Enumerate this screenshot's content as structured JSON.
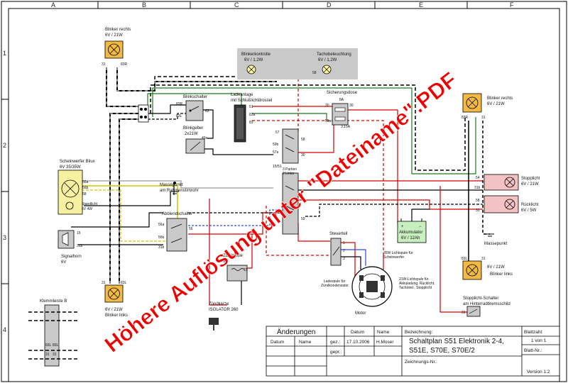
{
  "frame": {
    "columns": [
      "A",
      "B",
      "C",
      "D",
      "E",
      "F"
    ],
    "rows": [
      "1",
      "2",
      "3",
      "4"
    ]
  },
  "watermark": "Höhere Auflösung unter \"Dateiname\".PDF",
  "components": {
    "blinker_rechts_top": {
      "name": "Blinker rechts",
      "rating": "6V / 21W",
      "pin1": "31",
      "pin2": "83R"
    },
    "blinker_rechts_right": {
      "name": "Blinker rechts",
      "rating": "6V / 21W",
      "pin1": "83R",
      "pin2": "31"
    },
    "blinkerkontrolle": {
      "name": "Blinkerkontrolle",
      "rating": "6V / 1,2W"
    },
    "tachobeleuchtung": {
      "name": "Tachobeleuchtung",
      "rating": "6V / 1,2W",
      "pin": "58"
    },
    "blinkschalter": {
      "name": "Blinkschalter",
      "pins": [
        "83R",
        "83L",
        "83"
      ]
    },
    "blinkgeber": {
      "name": "Blinkgeber",
      "rating": "2x21W",
      "pin": "49a"
    },
    "ladeanlage": {
      "name": "Ladeanlage",
      "sub": "mit Schlußlichtdrossel",
      "pins": [
        "51",
        "83a",
        "83"
      ]
    },
    "sicherungsdose": {
      "name": "Sicherungsdose",
      "pins": [
        "8A",
        "30",
        "30",
        "59a",
        "3.15A"
      ]
    },
    "zuendschloss": {
      "pins": [
        "57",
        "59b",
        "57a",
        "15/51",
        "58",
        "59",
        "30"
      ],
      "parken": "3 Parken",
      "links": "2 Links"
    },
    "scheinwerfer": {
      "name": "Scheinwerfer Bilux",
      "rating": "6V 35/35W",
      "pins": [
        "56a",
        "56b",
        "58"
      ],
      "standlicht": "Standlicht",
      "standlicht_rating": "6V 4W"
    },
    "massepunkt_rahmen": {
      "name": "Massepunkt",
      "sub": "am Rahmenstirnrohr"
    },
    "abblendschalter": {
      "name": "Abblendschalter",
      "pins": [
        "56a",
        "56",
        "56b",
        "31b"
      ]
    },
    "signalhorn": {
      "name": "Signalhorn",
      "rating": "6V",
      "pins": [
        "15",
        "31b"
      ]
    },
    "stopplicht": {
      "name": "Stopplicht",
      "rating": "6V / 21W",
      "pins": [
        "54",
        "31b"
      ]
    },
    "ruecklicht": {
      "name": "Rücklicht",
      "rating": "6V / 5W",
      "pins": [
        "58",
        "31"
      ]
    },
    "akkumulator": {
      "name": "Akkumulator",
      "rating": "6V / 12Ah",
      "plus": "+",
      "minus": "−"
    },
    "steuerteil": {
      "name": "Steuerteil",
      "pins": [
        "1",
        "2",
        "3"
      ]
    },
    "lichtspule_35w": {
      "name": "35W Lichtspule für",
      "sub": "Scheinwerfer"
    },
    "lichtspule_21w": {
      "name": "21W-Lichtspule für",
      "sub1": "Akkuladung, Rücklicht,",
      "sub2": "Tachobel., Stopplicht"
    },
    "ladespule": {
      "name": "Ladespule für",
      "sub": "Zündkondensator"
    },
    "motor": {
      "name": "Motor"
    },
    "zuendspule": {
      "name": "Zündspule",
      "rating": "6V",
      "pin": "15"
    },
    "zuendkerze": {
      "name": "Zündkerze",
      "sub": "ISOLATOR 260"
    },
    "massepunkt_right": {
      "name": "Massepunkt"
    },
    "blinker_links_right": {
      "name": "Blinker links",
      "rating": "6V / 21W",
      "pin1": "83L",
      "pin2": "31"
    },
    "blinker_links_bottom": {
      "name": "Blinker links",
      "rating": "6V / 21W",
      "pin1": "31",
      "pin2": "83L"
    },
    "stopplicht_schalter": {
      "name": "Stopplicht-Schalter",
      "sub": "am Hinterradbremsschild",
      "pin": "31"
    },
    "klemmleiste": {
      "name": "Klemmleiste B",
      "pins": [
        "83L",
        "83L",
        "31",
        "31"
      ]
    }
  },
  "title_block": {
    "aenderungen": "Änderungen",
    "datum_col": "Datum",
    "name_col": "Name",
    "datum_hdr": "Datum",
    "name_hdr": "Name",
    "gez": "gez.:",
    "gez_date": "17.10.2006",
    "gez_name": "H.Moser",
    "gepr": "gepr.:",
    "bezeichnung_lbl": "Bezeichnung:",
    "bezeichnung_1": "Schaltplan S51 Elektronik 2-4,",
    "bezeichnung_2": "S51E, S70E, S70E/2",
    "zeichnungsnr": "Zeichnungs-Nr.:",
    "blattzahl": "Blattzahl:",
    "blatt_von": "1 von 1",
    "blatt_nr": "Blatt-Nr.:",
    "version": "Version 1.2"
  }
}
